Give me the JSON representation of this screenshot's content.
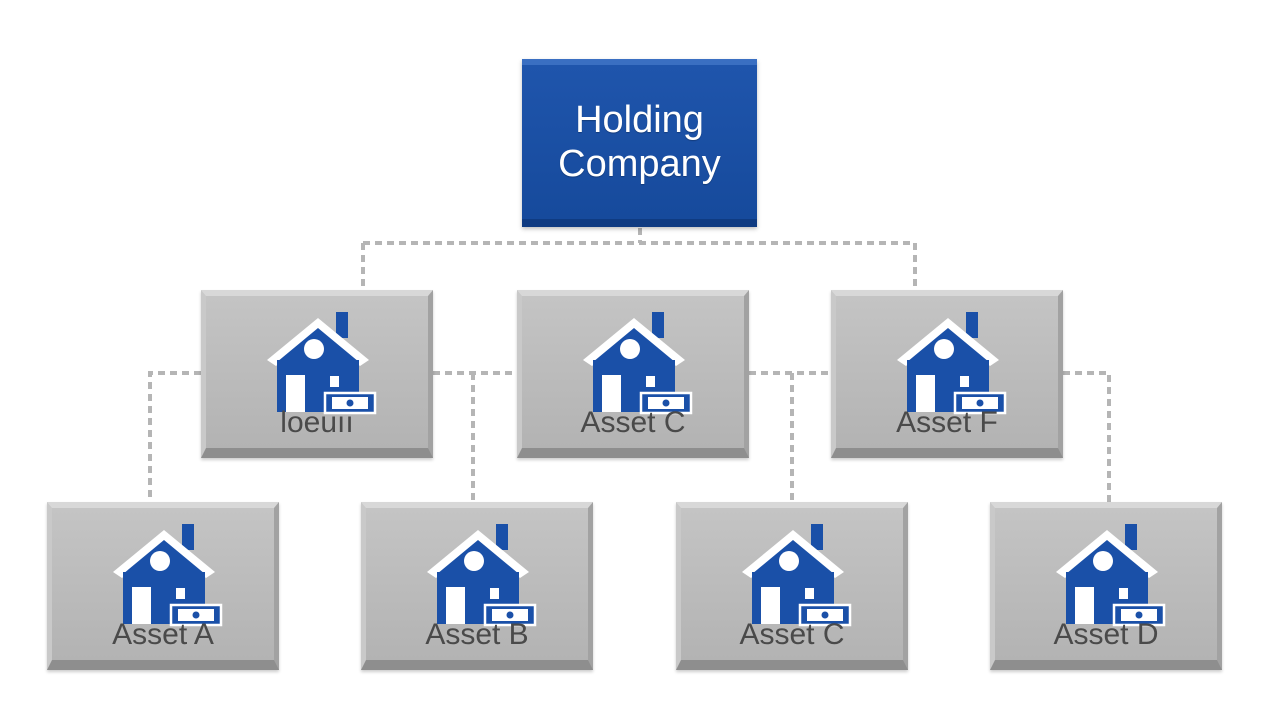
{
  "root": {
    "label": "Holding Company"
  },
  "nodes": [
    {
      "label": "loeuıı",
      "icon": "house-icon"
    },
    {
      "label": "Asset C",
      "icon": "house-icon"
    },
    {
      "label": "Asset F",
      "icon": "house-icon"
    },
    {
      "label": "Asset A",
      "icon": "house-icon"
    },
    {
      "label": "Asset B",
      "icon": "house-icon"
    },
    {
      "label": "Asset C",
      "icon": "house-icon"
    },
    {
      "label": "Asset D",
      "icon": "house-icon"
    }
  ],
  "colors": {
    "root_fill": "#1f55ac",
    "node_fill": "#bdbdbd",
    "icon_blue": "#1a50a8",
    "connector": "#b5b5b5",
    "label_text": "#4a4a4a"
  }
}
